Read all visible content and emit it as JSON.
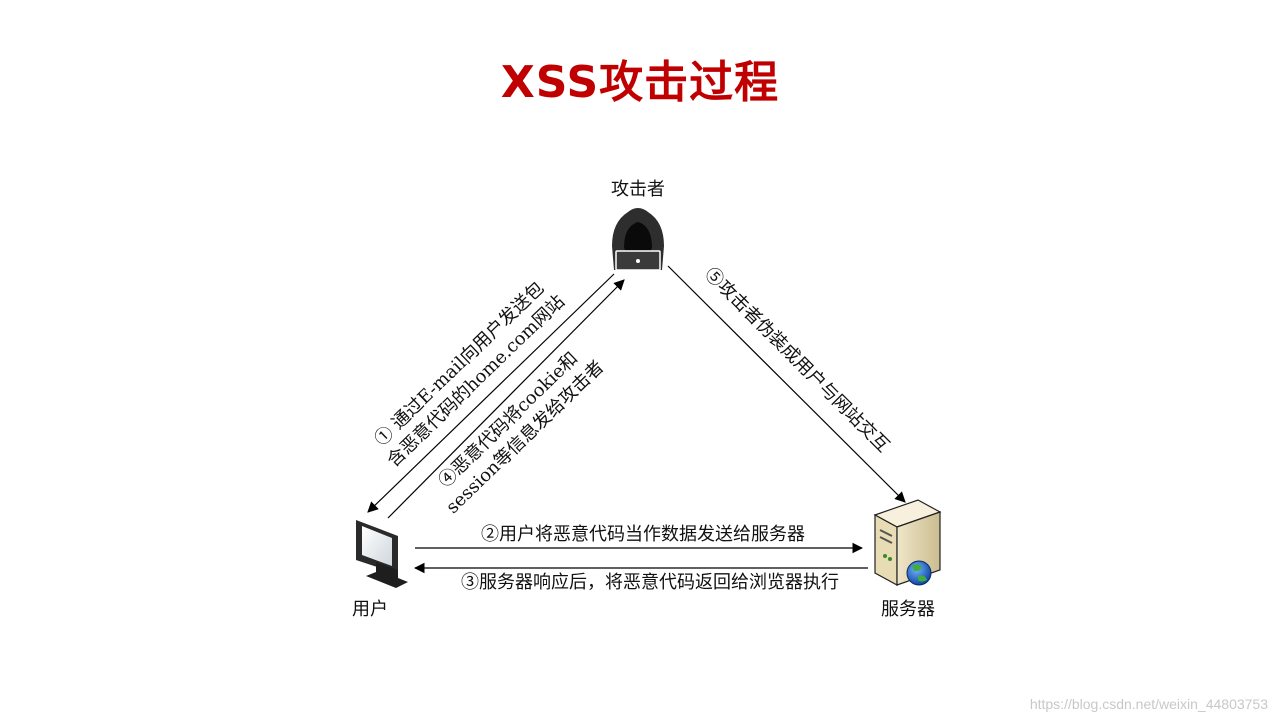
{
  "title": "XSS攻击过程",
  "nodes": {
    "attacker": "攻击者",
    "user": "用户",
    "server": "服务器"
  },
  "steps": {
    "step1_line1": "① 通过E-mail向用户发送包",
    "step1_line2": "含恶意代码的home.com网站",
    "step4_line1": "④恶意代码将cookie和",
    "step4_line2": "session等信息发给攻击者",
    "step5": "⑤攻击者伪装成用户与网站交互",
    "step2": "②用户将恶意代码当作数据发送给服务器",
    "step3": "③服务器响应后，将恶意代码返回给浏览器执行"
  },
  "watermark": "https://blog.csdn.net/weixin_44803753"
}
